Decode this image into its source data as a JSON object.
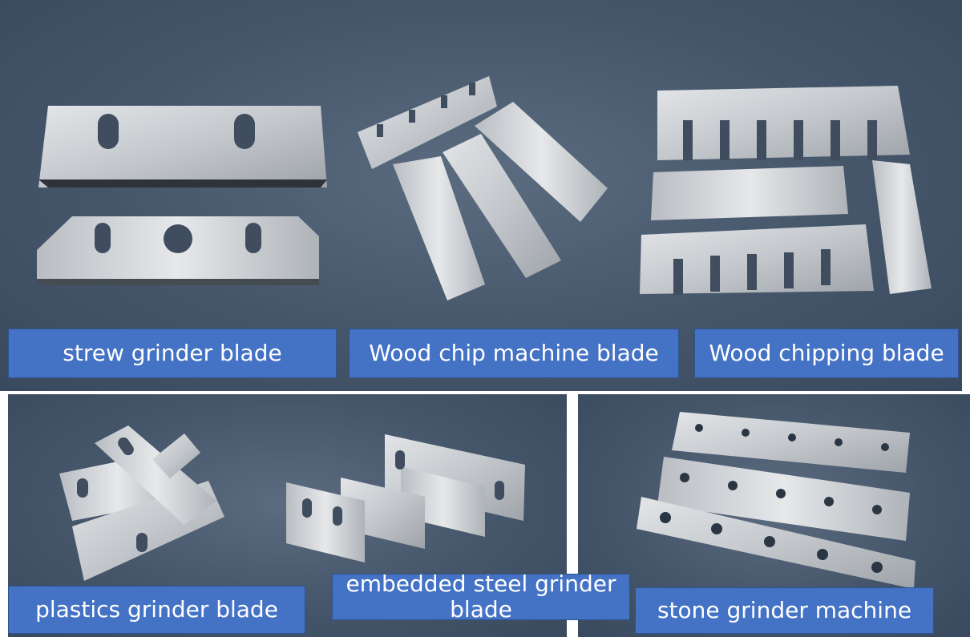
{
  "labels": {
    "strew": "strew grinder blade",
    "wood_chip": "Wood chip machine blade",
    "wood_chipping": "Wood chipping blade",
    "plastics": "plastics grinder blade",
    "embedded": "embedded steel grinder blade",
    "stone": "stone grinder machine"
  },
  "colors": {
    "background": "#46566a",
    "label_fill": "#4472c4",
    "label_text": "#ffffff",
    "blade_steel": "#c9ccd0"
  }
}
